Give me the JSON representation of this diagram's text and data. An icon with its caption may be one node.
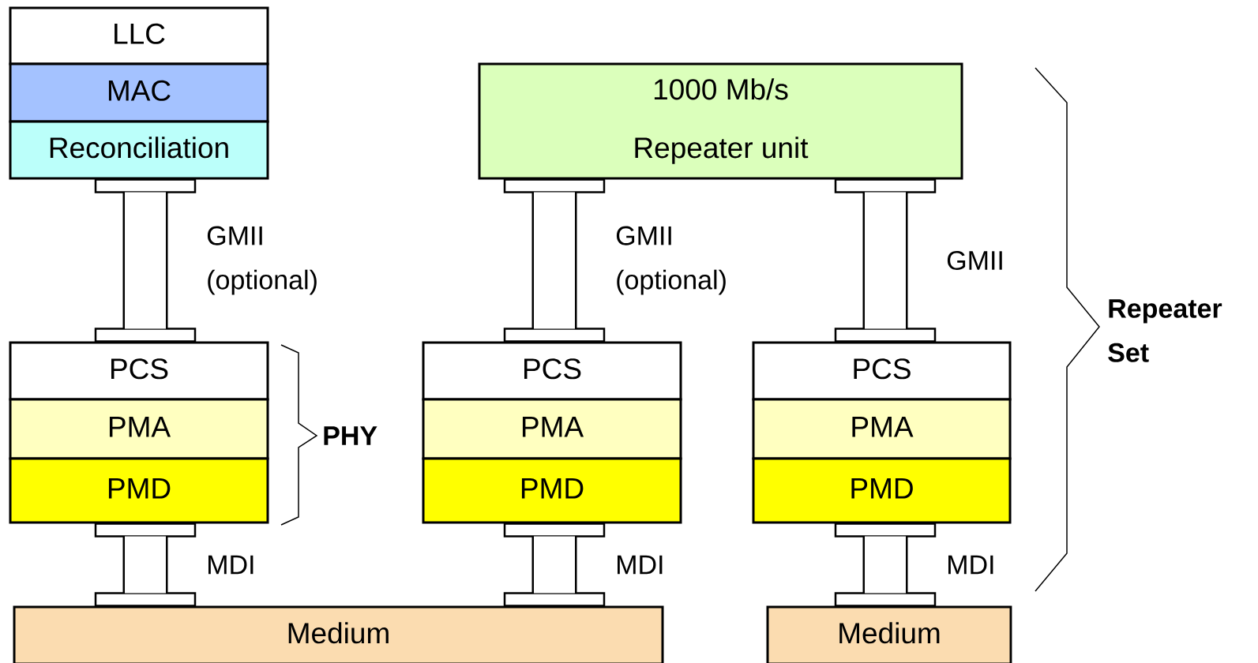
{
  "diagram": {
    "nodes": [
      {
        "text": [
          "LLC"
        ]
      },
      {
        "text": [
          "MAC"
        ]
      },
      {
        "text": [
          "Reconciliation"
        ]
      },
      {
        "text": [
          "1000 Mb/s",
          "Repeater unit"
        ]
      },
      {
        "text": [
          "PCS"
        ]
      },
      {
        "text": [
          "PMA"
        ]
      },
      {
        "text": [
          "PMD"
        ]
      },
      {
        "text": [
          "PCS"
        ]
      },
      {
        "text": [
          "PMA"
        ]
      },
      {
        "text": [
          "PMD"
        ]
      },
      {
        "text": [
          "PCS"
        ]
      },
      {
        "text": [
          "PMA"
        ]
      },
      {
        "text": [
          "PMD"
        ]
      },
      {
        "text": [
          "Medium"
        ]
      },
      {
        "text": [
          "Medium"
        ]
      }
    ],
    "edges": [
      {
        "from": 2,
        "to": 4,
        "arrow": "none",
        "label": "GMII (optional)"
      },
      {
        "from": 3,
        "to": 7,
        "arrow": "none",
        "label": "GMII (optional)"
      },
      {
        "from": 3,
        "to": 10,
        "arrow": "none",
        "label": "GMII"
      },
      {
        "from": 6,
        "to": 13,
        "arrow": "none",
        "label": "MDI"
      },
      {
        "from": 9,
        "to": 13,
        "arrow": "none",
        "label": "MDI"
      },
      {
        "from": 12,
        "to": 14,
        "arrow": "none",
        "label": "MDI"
      }
    ],
    "labels": [
      "PHY",
      "Repeater Set"
    ]
  }
}
